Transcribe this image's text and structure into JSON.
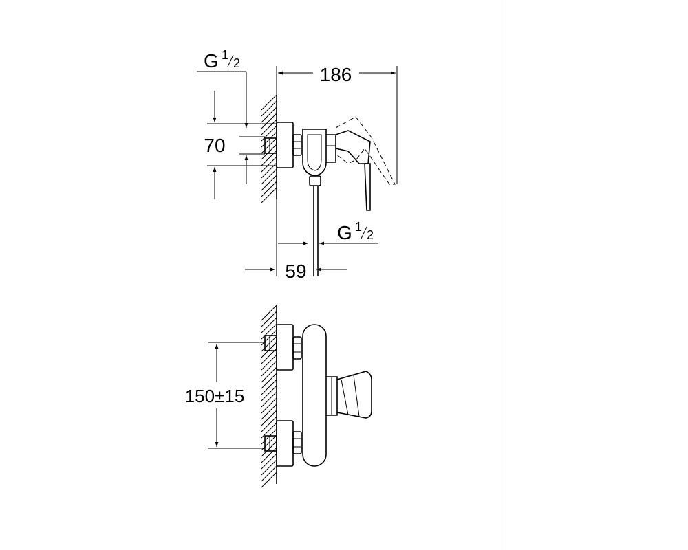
{
  "side_view": {
    "thread_top": {
      "letter": "G",
      "num": "1",
      "den": "2"
    },
    "thread_bottom": {
      "letter": "G",
      "num": "1",
      "den": "2"
    },
    "dim_width": "186",
    "dim_height": "70",
    "dim_depth": "59"
  },
  "front_view": {
    "dim_centers": "150±15"
  },
  "colors": {
    "line": "#000000",
    "background": "#ffffff",
    "divider": "#dcdcdc"
  }
}
